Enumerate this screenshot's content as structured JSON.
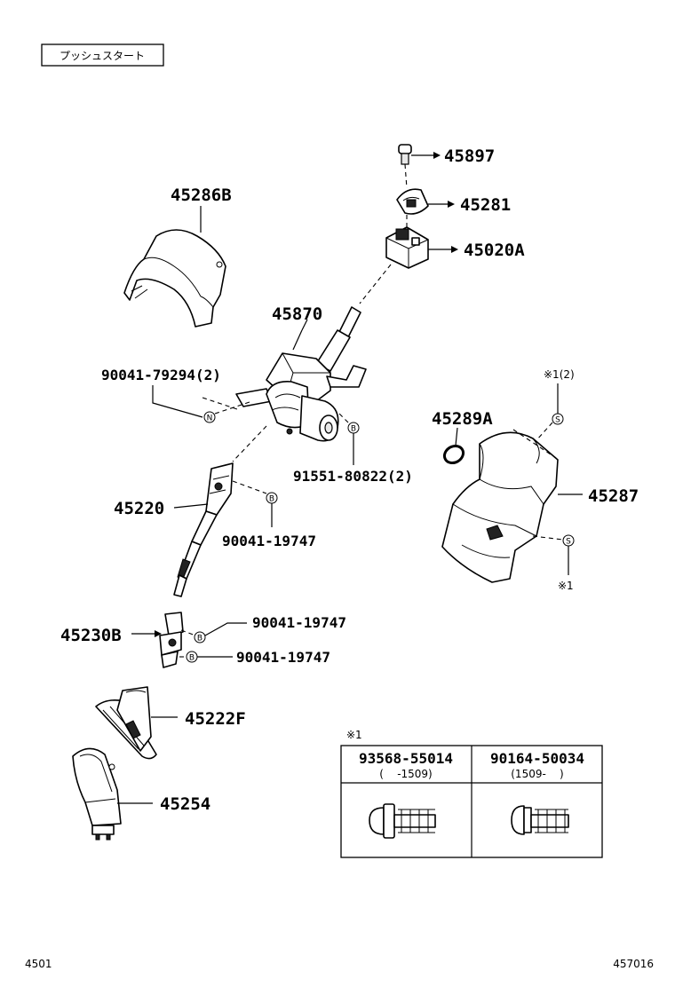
{
  "header": {
    "badge": "プッシュスタート"
  },
  "parts": {
    "p45897": "45897",
    "p45281": "45281",
    "p45286B": "45286B",
    "p45020A": "45020A",
    "p45870": "45870",
    "screw_79294": "90041-79294(2)",
    "p45289A": "45289A",
    "ref_s1_2": "※1(2)",
    "p45287": "45287",
    "screw_80822": "91551-80822(2)",
    "p45220": "45220",
    "screw_19747_a": "90041-19747",
    "ref_s1": "※1",
    "p45230B": "45230B",
    "screw_19747_b": "90041-19747",
    "screw_19747_c": "90041-19747",
    "p45222F": "45222F",
    "p45254": "45254"
  },
  "markers": {
    "n": "N",
    "b": "B",
    "s": "S"
  },
  "inset": {
    "ref": "※1",
    "col1_part": "93568-55014",
    "col1_range": "(    -1509)",
    "col2_part": "90164-50034",
    "col2_range": "(1509-    )"
  },
  "footer": {
    "left_code": "4501",
    "right_code": "457016"
  }
}
